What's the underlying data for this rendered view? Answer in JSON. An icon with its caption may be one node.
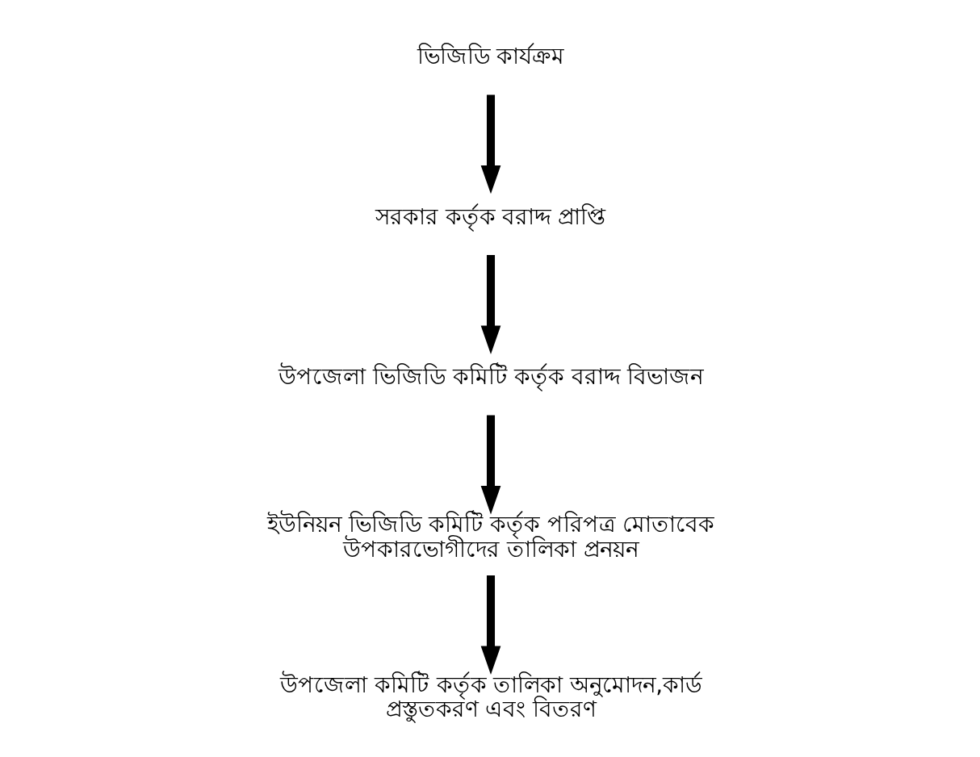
{
  "diagram": {
    "nodes": [
      {
        "text": [
          "ভিজিডি কার্যক্রম"
        ]
      },
      {
        "text": [
          "সরকার কর্তৃক বরাদ্দ প্রাপ্তি"
        ]
      },
      {
        "text": [
          "উপজেলা ভিজিডি কমিটি কর্তৃক বরাদ্দ বিভাজন"
        ]
      },
      {
        "text": [
          "ইউনিয়ন ভিজিডি কমিটি কর্তৃক পরিপত্র মোতাবেক উপকারভোগীদের তালিকা প্রনয়ন"
        ]
      },
      {
        "text": [
          "উপজেলা কমিটি কর্তৃক তালিকা অনুমোদন,কার্ড প্রস্তুতকরণ এবং বিতরণ"
        ]
      }
    ],
    "edges": [
      {
        "from": 0,
        "to": 1,
        "arrow": "to"
      },
      {
        "from": 1,
        "to": 2,
        "arrow": "to"
      },
      {
        "from": 2,
        "to": 3,
        "arrow": "to"
      },
      {
        "from": 3,
        "to": 4,
        "arrow": "to"
      }
    ]
  }
}
